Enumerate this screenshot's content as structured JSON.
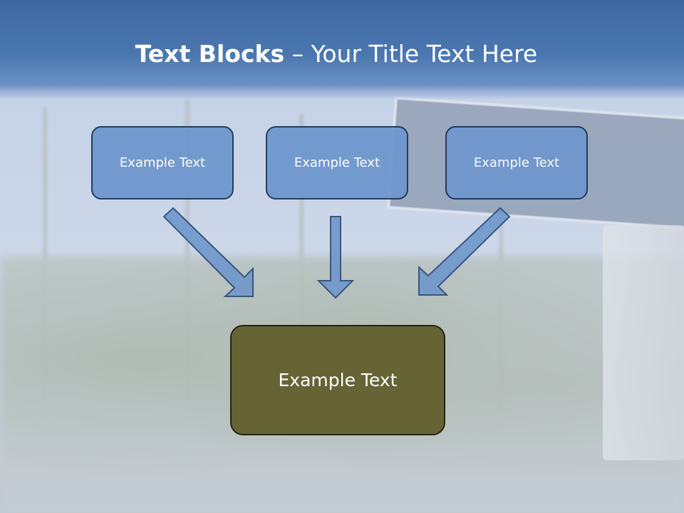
{
  "title": {
    "bold": "Text Blocks",
    "separator": " – ",
    "rest": "Your Title Text Here"
  },
  "blocks": [
    {
      "label": "Example Text"
    },
    {
      "label": "Example Text"
    },
    {
      "label": "Example Text"
    }
  ],
  "result": {
    "label": "Example Text"
  },
  "colors": {
    "title_band": "#4a77b0",
    "block_fill": "#6f97cd",
    "result_fill": "#666335",
    "arrow_fill": "#6f97cd"
  },
  "icons": [
    "arrow-down-right-icon",
    "arrow-down-icon",
    "arrow-down-left-icon"
  ]
}
